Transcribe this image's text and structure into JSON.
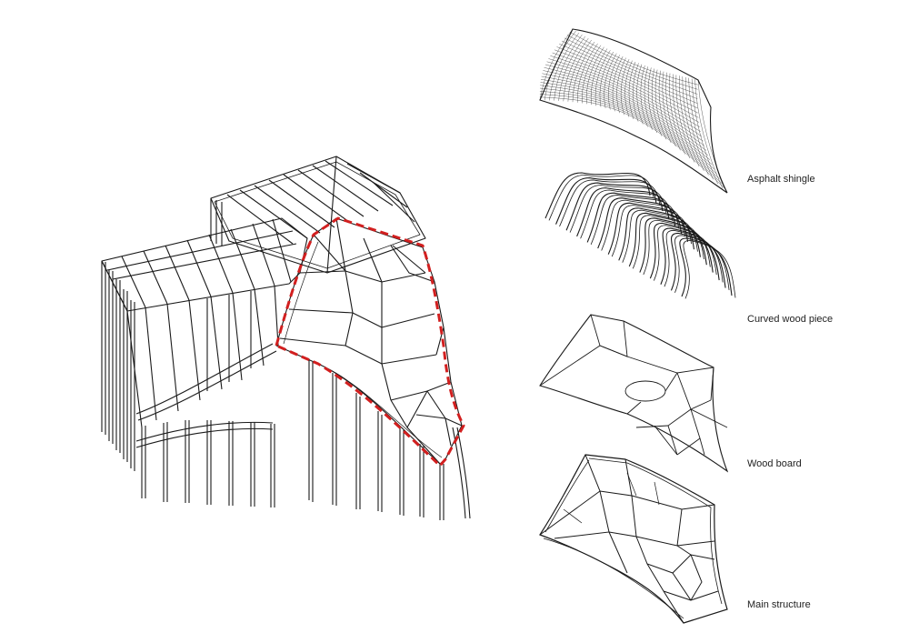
{
  "layers": [
    {
      "label": "Asphalt shingle"
    },
    {
      "label": "Curved wood piece"
    },
    {
      "label": "Wood board"
    },
    {
      "label": "Main structure"
    }
  ],
  "colors": {
    "line": "#1a1a1a",
    "highlight": "#d21f1f",
    "background": "#ffffff"
  }
}
